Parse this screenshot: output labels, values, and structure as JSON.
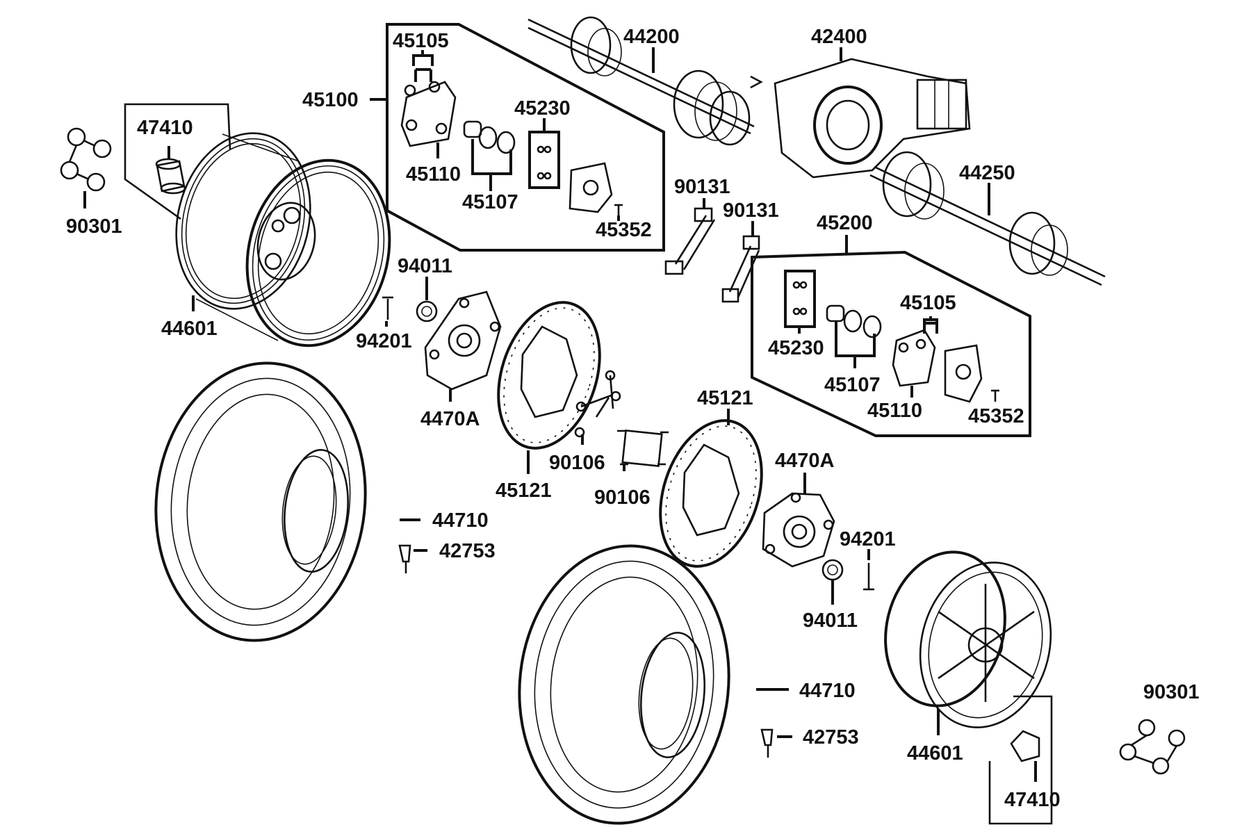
{
  "colors": {
    "ink": "#111111",
    "background": "#ffffff"
  },
  "parts": {
    "p45105a": "45105",
    "p45100": "45100",
    "p45230a": "45230",
    "p45110a": "45110",
    "p45107a": "45107",
    "p45352a": "45352",
    "p44200": "44200",
    "p42400": "42400",
    "p44250": "44250",
    "p47410a": "47410",
    "p90301a": "90301",
    "p44601a": "44601",
    "p90131a": "90131",
    "p90131b": "90131",
    "p45200": "45200",
    "p94011a": "94011",
    "p94201a": "94201",
    "p4470Aa": "4470A",
    "p45121a": "45121",
    "p90106a": "90106",
    "p90106b": "90106",
    "p45121b": "45121",
    "p4470Ab": "4470A",
    "p45230b": "45230",
    "p45105b": "45105",
    "p45107b": "45107",
    "p45110b": "45110",
    "p45352b": "45352",
    "p44710a": "44710",
    "p42753a": "42753",
    "p94201b": "94201",
    "p94011b": "94011",
    "p44710b": "44710",
    "p42753b": "42753",
    "p44601b": "44601",
    "p90301b": "90301",
    "p47410b": "47410"
  }
}
